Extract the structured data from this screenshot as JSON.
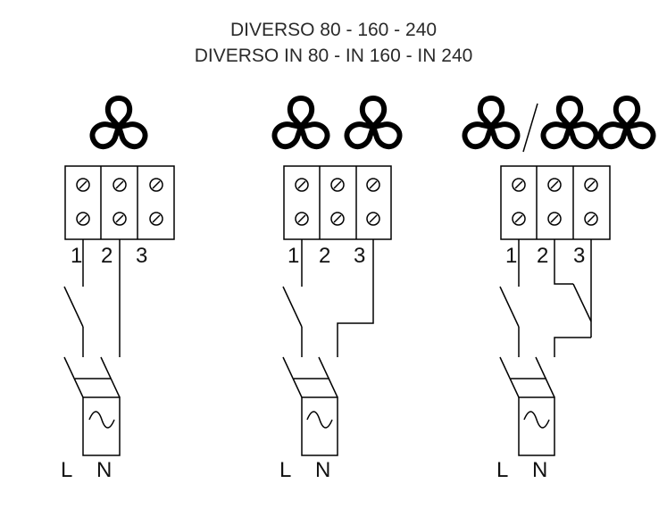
{
  "title": {
    "line1": "DIVERSO  80 - 160 - 240",
    "line2": "DIVERSO  IN 80 - IN 160 - IN 240"
  },
  "diagrams": [
    {
      "terminals": [
        "1",
        "2",
        "3"
      ],
      "supply": [
        "L",
        "N"
      ],
      "fans": 1
    },
    {
      "terminals": [
        "1",
        "2",
        "3"
      ],
      "supply": [
        "L",
        "N"
      ],
      "fans": 2
    },
    {
      "terminals": [
        "1",
        "2",
        "3"
      ],
      "supply": [
        "L",
        "N"
      ],
      "fans": 3,
      "fan_separator": "/"
    }
  ],
  "icons": {
    "fan": "fan-icon",
    "screw": "screw-terminal-icon",
    "ac_source": "ac-sine-icon"
  }
}
